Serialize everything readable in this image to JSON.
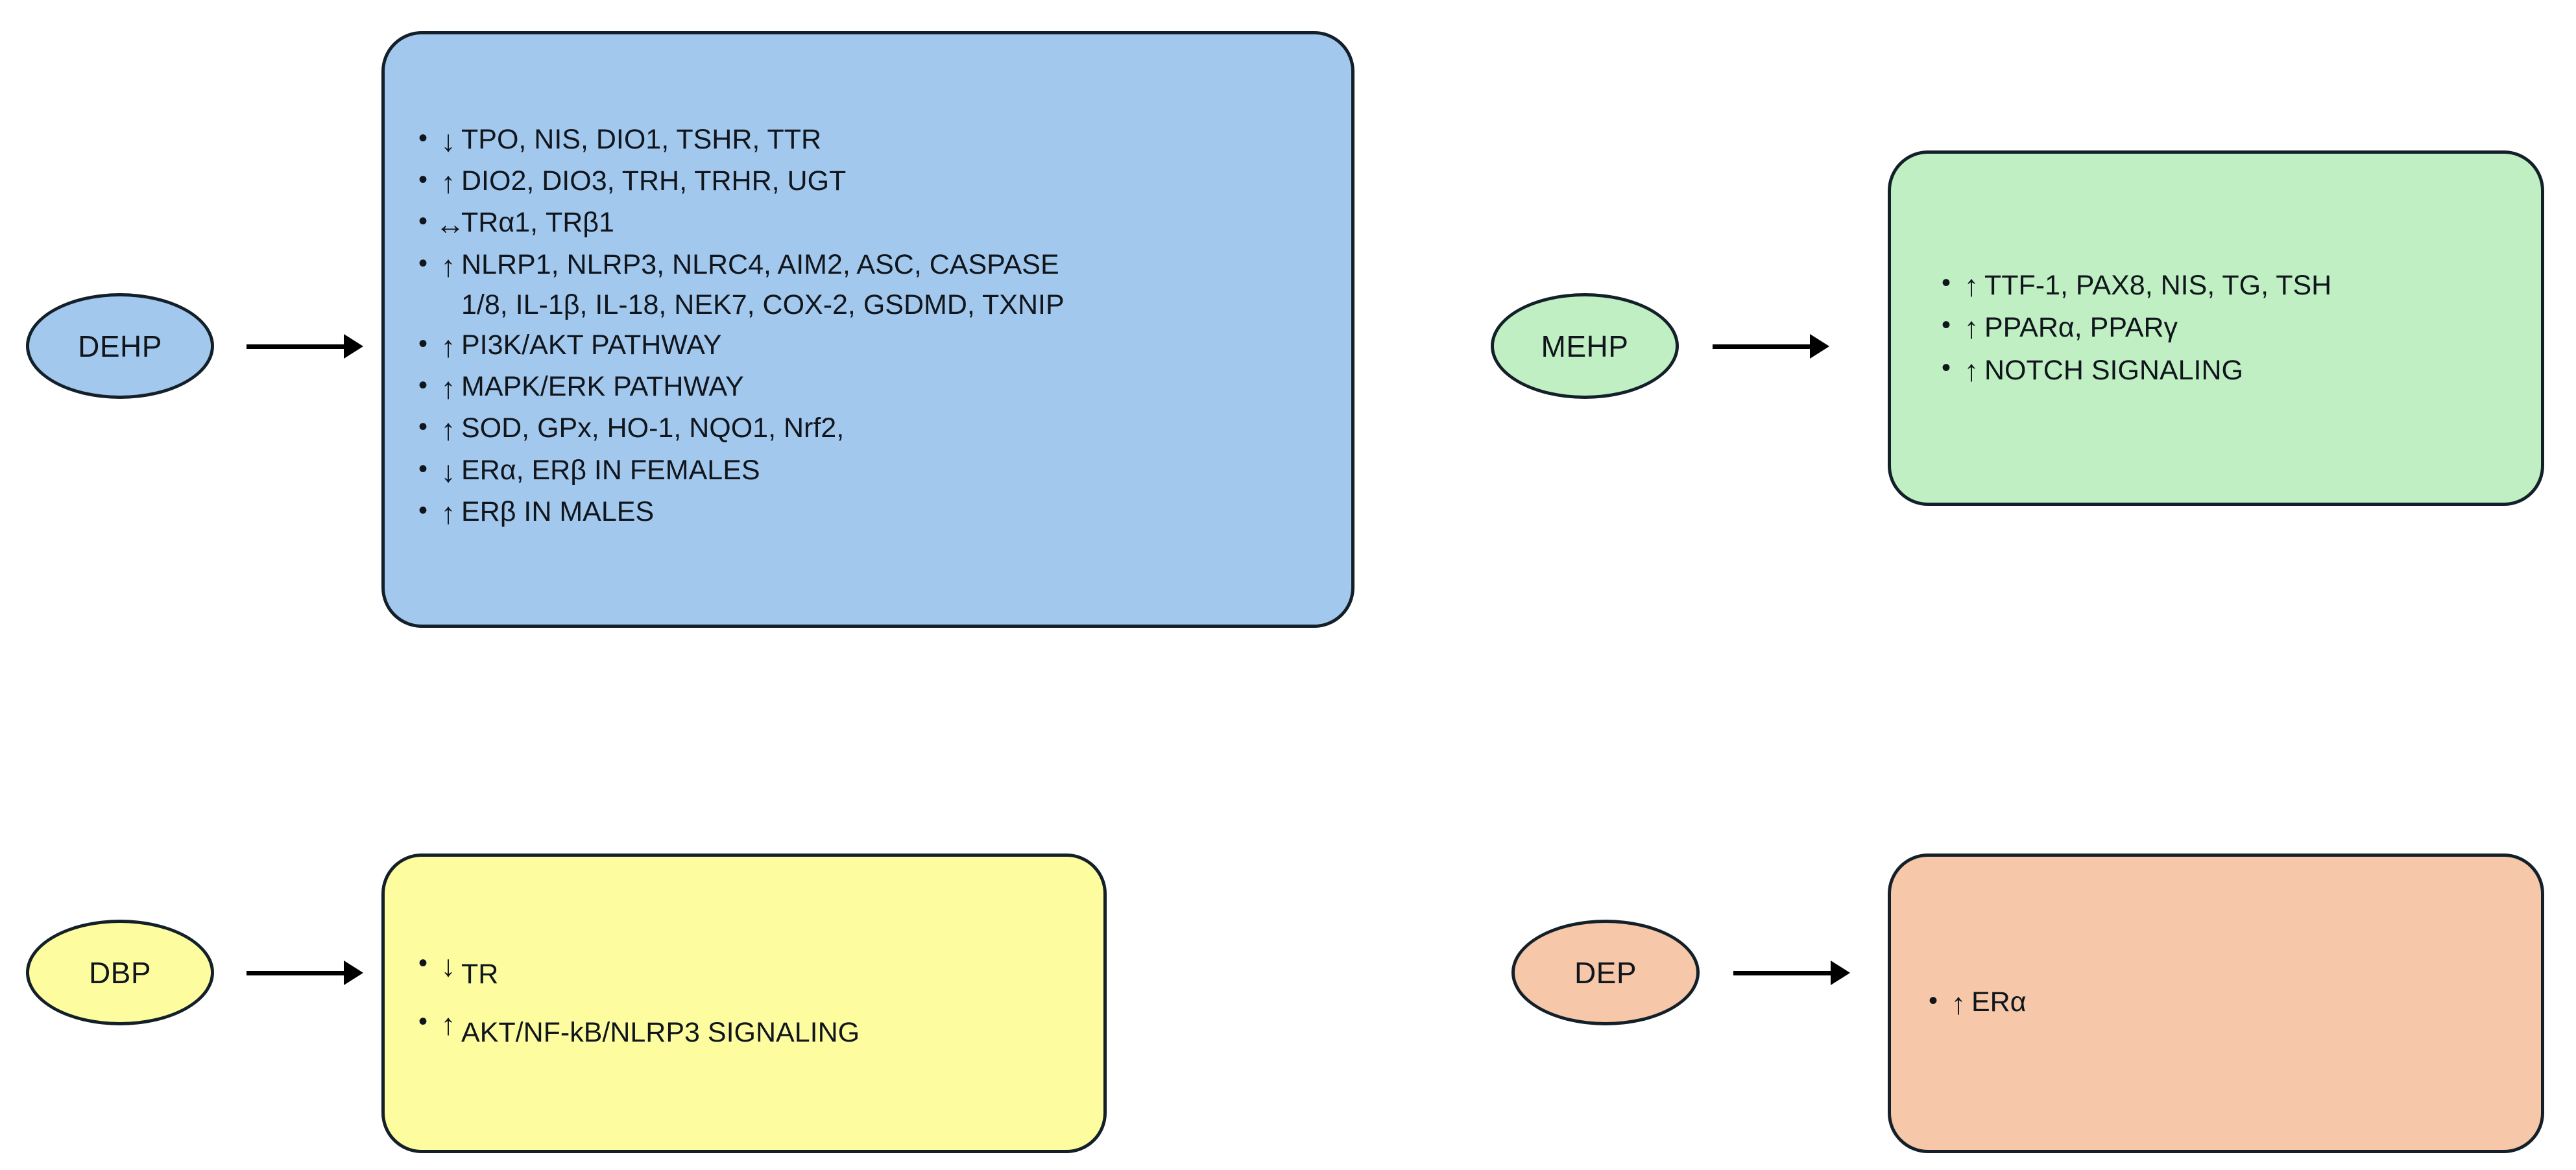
{
  "diagram": {
    "title": "Phthalate effects on thyroid and endocrine targets",
    "symbols": {
      "bullet": "•",
      "up": "↑",
      "down": "↓",
      "bidirectional": "↔"
    },
    "colors": {
      "blue": "#a3c8ee",
      "green": "#c0efc4",
      "yellow": "#fdfda0",
      "salmon": "#f6c7a8",
      "outline": "#13202a",
      "arrow": "#000000",
      "text": "#11161c"
    }
  },
  "flows": [
    {
      "id": "dehp",
      "node_label": "DEHP",
      "fill": "#a3c8ee",
      "items": [
        {
          "direction": "↓",
          "text": "TPO, NIS, DIO1, TSHR, TTR"
        },
        {
          "direction": "↑",
          "text": "DIO2, DIO3, TRH, TRHR, UGT"
        },
        {
          "direction": "↔",
          "text": "TRα1, TRβ1"
        },
        {
          "direction": "↑",
          "text": "NLRP1, NLRP3, NLRC4, AIM2, ASC, CASPASE\n1/8, IL-1β, IL-18, NEK7, COX-2, GSDMD, TXNIP"
        },
        {
          "direction": "↑",
          "text": "PI3K/AKT PATHWAY"
        },
        {
          "direction": "↑",
          "text": "MAPK/ERK PATHWAY"
        },
        {
          "direction": "↑",
          "text": "SOD, GPx, HO-1, NQO1, Nrf2,"
        },
        {
          "direction": "↓",
          "text": "ERα, ERβ IN FEMALES"
        },
        {
          "direction": "↑",
          "text": "ERβ IN MALES"
        }
      ]
    },
    {
      "id": "mehp",
      "node_label": "MEHP",
      "fill": "#c0efc4",
      "items": [
        {
          "direction": "↑",
          "text": "TTF-1, PAX8, NIS, TG, TSH"
        },
        {
          "direction": "↑",
          "text": "PPARα, PPARγ"
        },
        {
          "direction": "↑",
          "text": "NOTCH SIGNALING"
        }
      ]
    },
    {
      "id": "dbp",
      "node_label": "DBP",
      "fill": "#fdfda0",
      "items": [
        {
          "direction": "↓",
          "text": "TR"
        },
        {
          "direction": "↑",
          "text": "AKT/NF-kB/NLRP3 SIGNALING"
        }
      ]
    },
    {
      "id": "dep",
      "node_label": "DEP",
      "fill": "#f6c7a8",
      "items": [
        {
          "direction": "↑",
          "text": "ERα"
        }
      ]
    }
  ]
}
